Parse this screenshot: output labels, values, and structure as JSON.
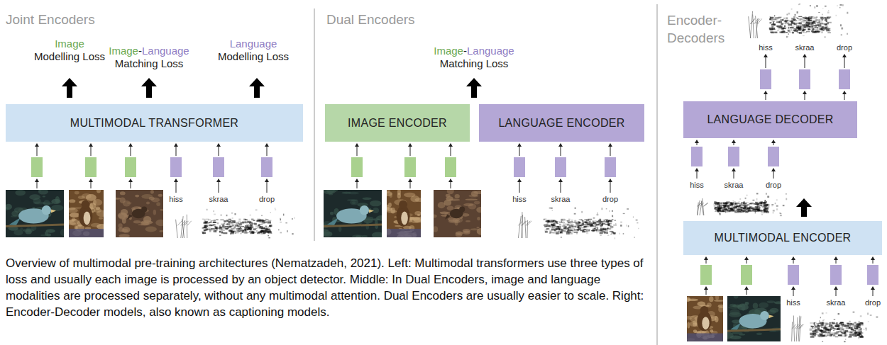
{
  "diagram": {
    "caption": "Overview of multimodal pre-training architectures (Nematzadeh, 2021). Left: Multimodal transformers use three types of loss and usually each image is processed by an object detector. Middle: In Dual Encoders, image and language modalities are processed separately, without any multimodal attention. Dual Encoders are usually easier to scale. Right: Encoder-Decoder models, also known as captioning models.",
    "nodes": [
      {
        "text": [
          "MULTIMODAL TRANSFORMER"
        ]
      },
      {
        "text": [
          "IMAGE ENCODER"
        ]
      },
      {
        "text": [
          "LANGUAGE ENCODER"
        ]
      },
      {
        "text": [
          "LANGUAGE DECODER"
        ]
      },
      {
        "text": [
          "MULTIMODAL ENCODER"
        ]
      }
    ],
    "labels": [
      "Joint Encoders",
      "Image",
      "Modelling Loss",
      "Image",
      "-",
      "Language",
      "Matching Loss",
      "Language",
      "Modelling Loss",
      "hiss",
      "skraa",
      "drop",
      "Dual Encoders",
      "Image",
      "-",
      "Language",
      "Matching Loss",
      "hiss",
      "skraa",
      "drop",
      "Encoder-Decoders",
      "hiss",
      "skraa",
      "drop",
      "hiss",
      "skraa",
      "drop",
      "hiss",
      "skraa",
      "drop"
    ]
  }
}
